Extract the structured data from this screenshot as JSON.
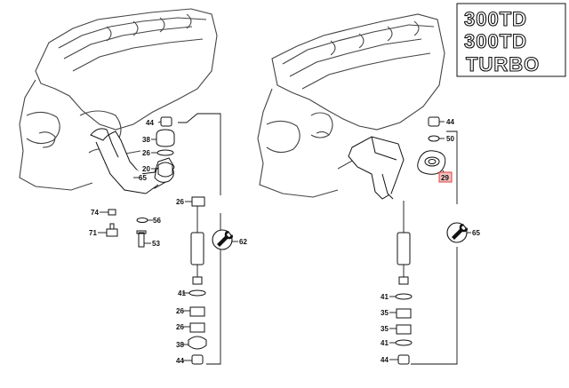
{
  "badges": [
    "300TD",
    "300TD",
    "TURBO"
  ],
  "left_assembly": {
    "callouts": {
      "c44_top": "44",
      "c38_top": "38",
      "c26_top": "26",
      "c20": "20",
      "c65": "65",
      "c74": "74",
      "c56": "56",
      "c71": "71",
      "c53": "53",
      "c26_mid": "26",
      "c62": "62",
      "c41": "41",
      "c26_low1": "26",
      "c26_low2": "26",
      "c38_low": "38",
      "c44_low": "44"
    }
  },
  "right_assembly": {
    "callouts": {
      "c44_top": "44",
      "c50": "50",
      "c29": "29",
      "c65": "65",
      "c41_a": "41",
      "c35_a": "35",
      "c35_b": "35",
      "c41_b": "41",
      "c44_low": "44"
    },
    "highlight_color": "#e63b3b"
  },
  "icons": {
    "left_tool": "wrench-icon",
    "right_tool": "wrench-icon"
  }
}
